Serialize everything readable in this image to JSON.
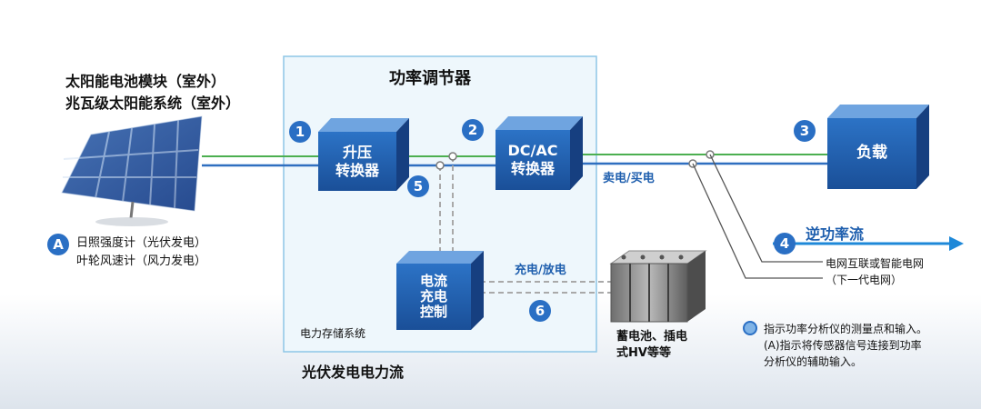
{
  "panel": {
    "title_line1": "太阳能电池模块（室外）",
    "title_line2": "兆瓦级太阳能系统（室外）"
  },
  "sensor_note": {
    "badge": "A",
    "line1": "日照强度计（光伏发电）",
    "line2": "叶轮风速计（风力发电）"
  },
  "conditioner": {
    "title": "功率调节器",
    "storage_label": "电力存储系统",
    "flow_caption": "光伏发电电力流"
  },
  "boxes": {
    "boost": {
      "line1": "升压",
      "line2": "转换器"
    },
    "dcac": {
      "line1": "DC/AC",
      "line2": "转换器"
    },
    "load": {
      "label": "负载"
    },
    "charge": {
      "line1": "电流",
      "line2": "充电",
      "line3": "控制"
    }
  },
  "numbers": [
    "1",
    "2",
    "3",
    "4",
    "5",
    "6"
  ],
  "labels": {
    "sell_buy": "卖电/买电",
    "charge_discharge": "充电/放电",
    "reverse_flow": "逆功率流",
    "grid_line1": "电网互联或智能电网",
    "grid_line2": "（下一代电网）",
    "battery_line1": "蓄电池、插电",
    "battery_line2": "式HV等等"
  },
  "legend": {
    "line1": "指示功率分析仪的测量点和输入。",
    "line2": "(A)指示将传感器信号连接到功率",
    "line3": "分析仪的辅助输入。"
  },
  "colors": {
    "accent_blue": "#1f5fae",
    "line_green": "#4caf50",
    "line_blue": "#2f6fc0",
    "arrow_blue": "#1e88d8",
    "frame_border": "#8ec6e6",
    "frame_fill": "#eef7fc"
  }
}
